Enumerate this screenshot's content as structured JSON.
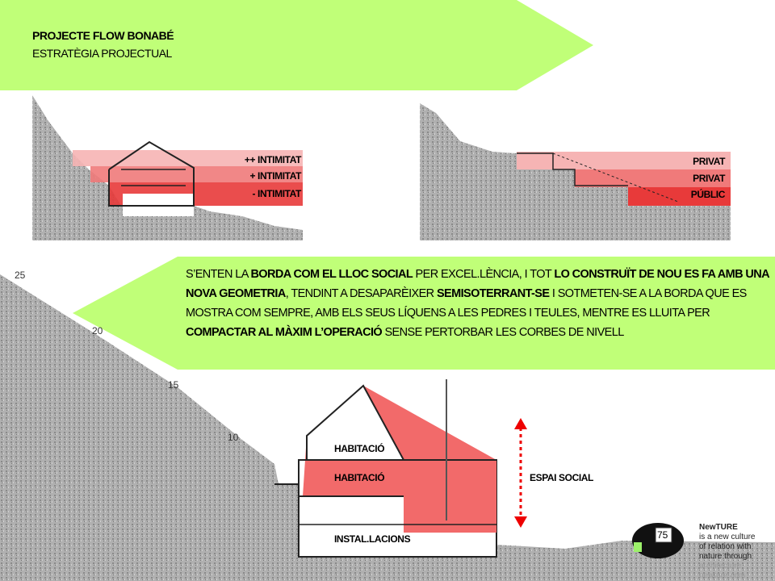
{
  "header": {
    "title": "PROJECTE FLOW BONABÉ",
    "subtitle": "ESTRATÈGIA PROJECTUAL"
  },
  "diagram_left": {
    "labels": [
      "++ INTIMITAT",
      "+ INTIMITAT",
      "-  INTIMITAT"
    ]
  },
  "diagram_right": {
    "labels": [
      "PRIVAT",
      "PRIVAT",
      "PÚBLIC"
    ]
  },
  "callout": {
    "segments": [
      {
        "t": "S’ENTEN LA ",
        "b": false
      },
      {
        "t": "BORDA COM EL LLOC SOCIAL",
        "b": true
      },
      {
        "t": " PER EXCEL.LÈNCIA, I TOT ",
        "b": false
      },
      {
        "t": "LO CONSTRUÏT DE NOU ES FA AMB UNA NOVA GEOMETRIA",
        "b": true
      },
      {
        "t": ", TENDINT A DESAPARÈIXER  ",
        "b": false
      },
      {
        "t": "SEMISOTERRANT-SE",
        "b": true
      },
      {
        "t": " I SOTMETEN-SE A LA BORDA QUE ES MOSTRA COM SEMPRE, AMB ELS SEUS LÍQUENS A LES PEDRES I TEULES, MENTRE ES LLUITA PER ",
        "b": false
      },
      {
        "t": "COMPACTAR AL MÀXIM L’OPERACIÓ",
        "b": true
      },
      {
        "t": " SENSE PERTORBAR LES CORBES DE NIVELL",
        "b": false
      }
    ]
  },
  "section": {
    "contours": [
      "25",
      "20",
      "15",
      "10"
    ],
    "rooms": [
      "HABITACIÓ",
      "HABITACIÓ",
      "INSTAL.LACIONS"
    ],
    "social_label": "ESPAI SOCIAL"
  },
  "logo": {
    "name": "NewTURE",
    "tagline": [
      "is a new culture",
      "of relation with",
      "nature through",
      "architecture",
      "newture.com"
    ]
  },
  "page_number": "75",
  "colors": {
    "green": "#c0ff78",
    "red": "#e83a3a",
    "mid_red": "#f07a7a",
    "light_red": "#f6b4b4",
    "terrain": "#a8a8a8"
  }
}
